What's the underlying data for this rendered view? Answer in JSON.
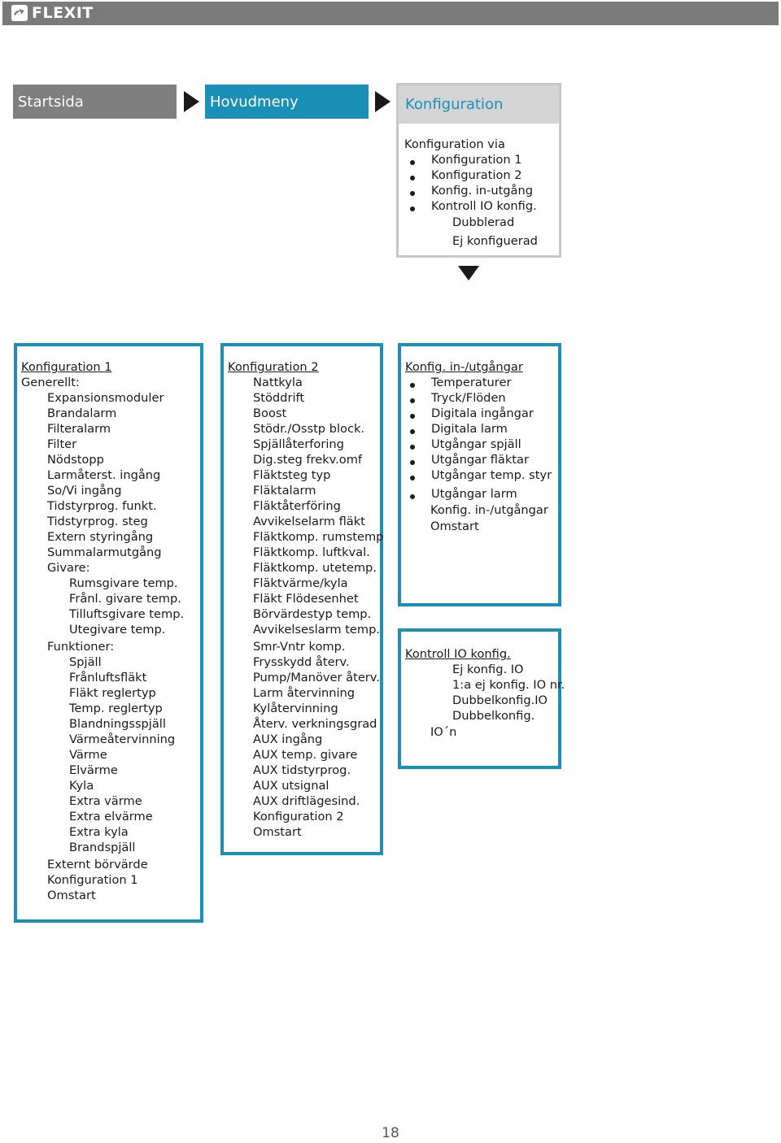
{
  "header": {
    "logo_text": "FLEXIT",
    "logo_icon": "flexit-logo-icon",
    "bar_color": "#7a7a7a"
  },
  "breadcrumb": {
    "startsida": "Startsida",
    "hovudmeny": "Hovudmeny",
    "konfiguration": "Konfiguration"
  },
  "config_panel": {
    "intro": "Konfiguration via",
    "items": [
      "Konfiguration 1",
      "Konfiguration 2",
      "Konfig. in-utgång",
      "Kontroll IO konfig."
    ],
    "subitems": [
      "Dubblerad",
      "Ej konfiguerad"
    ]
  },
  "konfiguration1": {
    "title": "Konfiguration 1",
    "generellt": "Generellt:",
    "generellt_items": [
      "Expansionsmoduler",
      "Brandalarm",
      "Filteralarm",
      "Filter",
      "Nödstopp",
      "Larmåterst. ingång",
      "So/Vi ingång",
      "Tidstyrprog. funkt.",
      "Tidstyrprog. steg",
      "Extern styringång",
      "Summalarmutgång"
    ],
    "givare": "Givare:",
    "givare_items": [
      "Rumsgivare temp.",
      "Frånl. givare temp.",
      "Tilluftsgivare temp.",
      "Utegivare temp."
    ],
    "funktioner": "Funktioner:",
    "funktioner_items": [
      "Spjäll",
      "Frånluftsfläkt",
      "Fläkt reglertyp",
      "Temp. reglertyp",
      "Blandningsspjäll",
      "Värmeåtervinning",
      "Värme",
      "Elvärme",
      "Kyla",
      "Extra värme",
      "Extra elvärme",
      "Extra kyla",
      "Brandspjäll"
    ],
    "tail_items": [
      "Externt börvärde",
      "Konfiguration 1",
      "Omstart"
    ]
  },
  "konfiguration2": {
    "title": "Konfiguration 2",
    "items": [
      "Nattkyla",
      "Stöddrift",
      "Boost",
      "Stödr./Osstp block.",
      "Spjällåterforing",
      "Dig.steg frekv.omf",
      "Fläktsteg typ",
      "Fläktalarm",
      "Fläktåterföring",
      "Avvikelselarm fläkt",
      "Fläktkomp. rumstemp",
      "Fläktkomp. luftkval.",
      "Fläktkomp. utetemp.",
      "Fläktvärme/kyla",
      "Fläkt Flödesenhet",
      "Börvärdestyp temp.",
      "Avvikelseslarm temp.",
      "Smr-Vntr komp.",
      "Frysskydd återv.",
      "Pump/Manöver återv.",
      "Larm återvinning",
      "Kylåtervinning",
      "Återv. verkningsgrad",
      "AUX ingång",
      "AUX temp. givare",
      "AUX tidstyrprog.",
      "AUX utsignal",
      "AUX driftlägesind.",
      "Konfiguration 2",
      "Omstart"
    ]
  },
  "konfig_io": {
    "title": "Konfig. in-/utgångar",
    "bullets": [
      "Temperaturer",
      "Tryck/Flöden",
      "Digitala ingångar",
      "Digitala larm",
      "Utgångar spjäll",
      "Utgångar fläktar",
      "Utgångar temp. styr",
      "Utgångar larm"
    ],
    "tail_items": [
      "Konfig. in-/utgångar",
      "Omstart"
    ]
  },
  "kontroll_io": {
    "title": "Kontroll IO konfig.",
    "items": [
      "Ej konfig. IO",
      "1:a ej konfig. IO nr.",
      "Dubbelkonfig.IO",
      "Dubbelkonfig."
    ],
    "tail": "IO´n"
  },
  "page_number": "18",
  "colors": {
    "accent": "#1a8fb8",
    "startsida_bg": "#7f7f7f",
    "panel_gray": "#d4d4d4"
  }
}
